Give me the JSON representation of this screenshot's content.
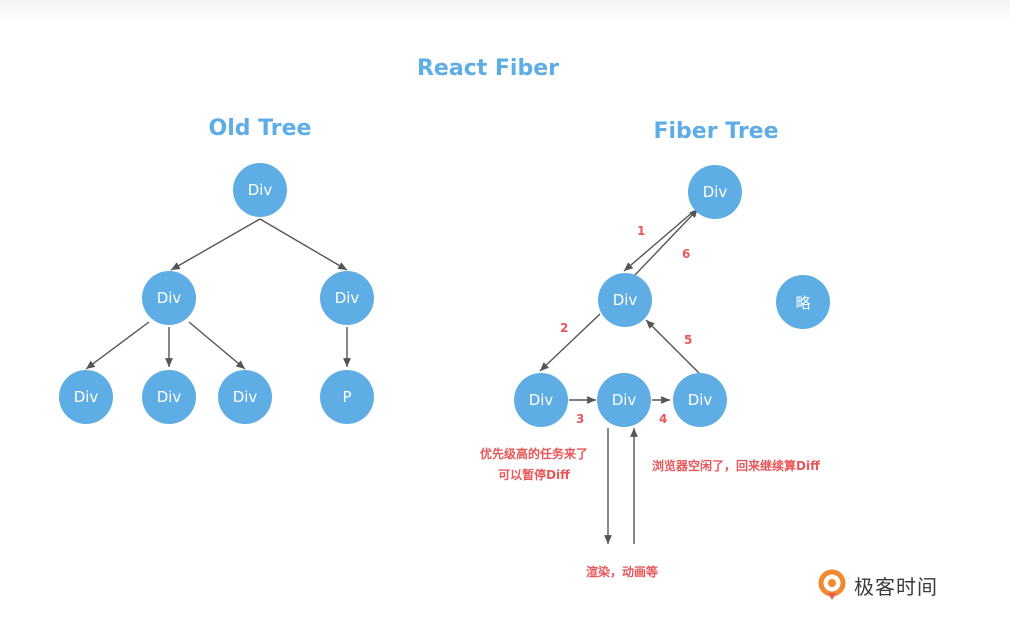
{
  "title": "React Fiber",
  "old_tree": {
    "title": "Old Tree",
    "nodes": [
      "Div",
      "Div",
      "Div",
      "Div",
      "Div",
      "Div",
      "P"
    ]
  },
  "fiber_tree": {
    "title": "Fiber Tree",
    "nodes": [
      "Div",
      "Div",
      "Div",
      "Div",
      "Div",
      "略"
    ],
    "steps": [
      "1",
      "2",
      "3",
      "4",
      "5",
      "6"
    ],
    "notes": {
      "priority_line1": "优先级高的任务来了",
      "priority_line2": "可以暂停Diff",
      "idle": "浏览器空闲了，回来继续算Diff",
      "render": "渲染，动画等"
    }
  },
  "brand": {
    "text": "极客时间"
  },
  "colors": {
    "node_fill": "#5eaee5",
    "title": "#5eaee5",
    "edge": "#555555",
    "annotation": "#e8585a"
  }
}
